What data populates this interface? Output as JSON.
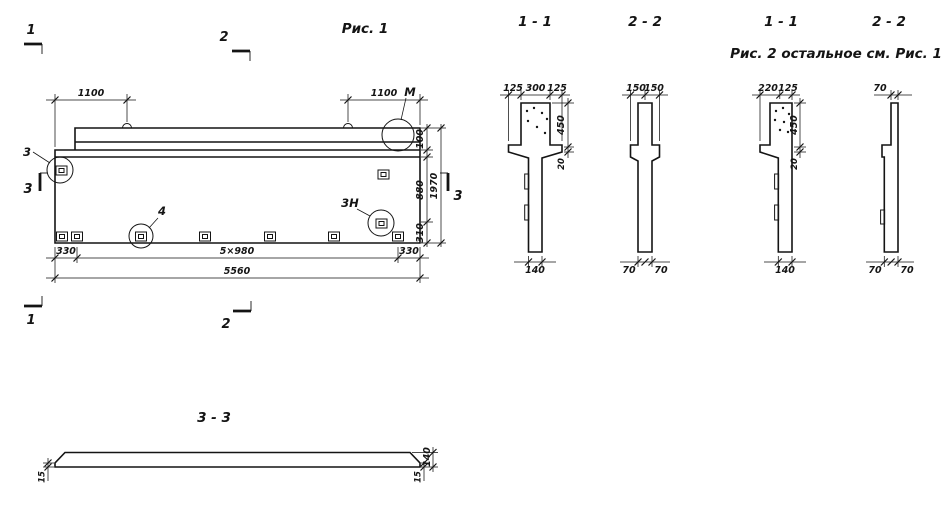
{
  "fig1": {
    "title": "Рис. 1",
    "marker_1": "1",
    "marker_2": "2",
    "marker_3": "3",
    "label_3": "3",
    "label_4": "4",
    "label_3n": "3Н",
    "label_m": "М",
    "dim_top_left": "1100",
    "dim_top_right": "1100",
    "dim_right_100": "100",
    "dim_right_880": "880",
    "dim_right_310": "310",
    "dim_right_total": "1970",
    "dim_bot_330l": "330",
    "dim_bot_mid": "5×980",
    "dim_bot_330r": "330",
    "dim_bot_total": "5560"
  },
  "fig2": {
    "caption": "Рис. 2  остальное см. Рис. 1"
  },
  "sec11a": {
    "title": "1 - 1",
    "dim_125l": "125",
    "dim_300": "300",
    "dim_125r": "125",
    "dim_450": "450",
    "dim_20": "20",
    "dim_140": "140"
  },
  "sec22a": {
    "title": "2 - 2",
    "dim_150l": "150",
    "dim_150r": "150",
    "dim_70l": "70",
    "dim_70r": "70"
  },
  "sec11b": {
    "title": "1 - 1",
    "dim_220": "220",
    "dim_125": "125",
    "dim_450": "450",
    "dim_20": "20",
    "dim_140": "140"
  },
  "sec22b": {
    "title": "2 - 2",
    "dim_70top": "70",
    "dim_70l": "70",
    "dim_70r": "70"
  },
  "sec33": {
    "title": "3 - 3",
    "dim_140": "140",
    "dim_15l": "15",
    "dim_15r": "15"
  }
}
